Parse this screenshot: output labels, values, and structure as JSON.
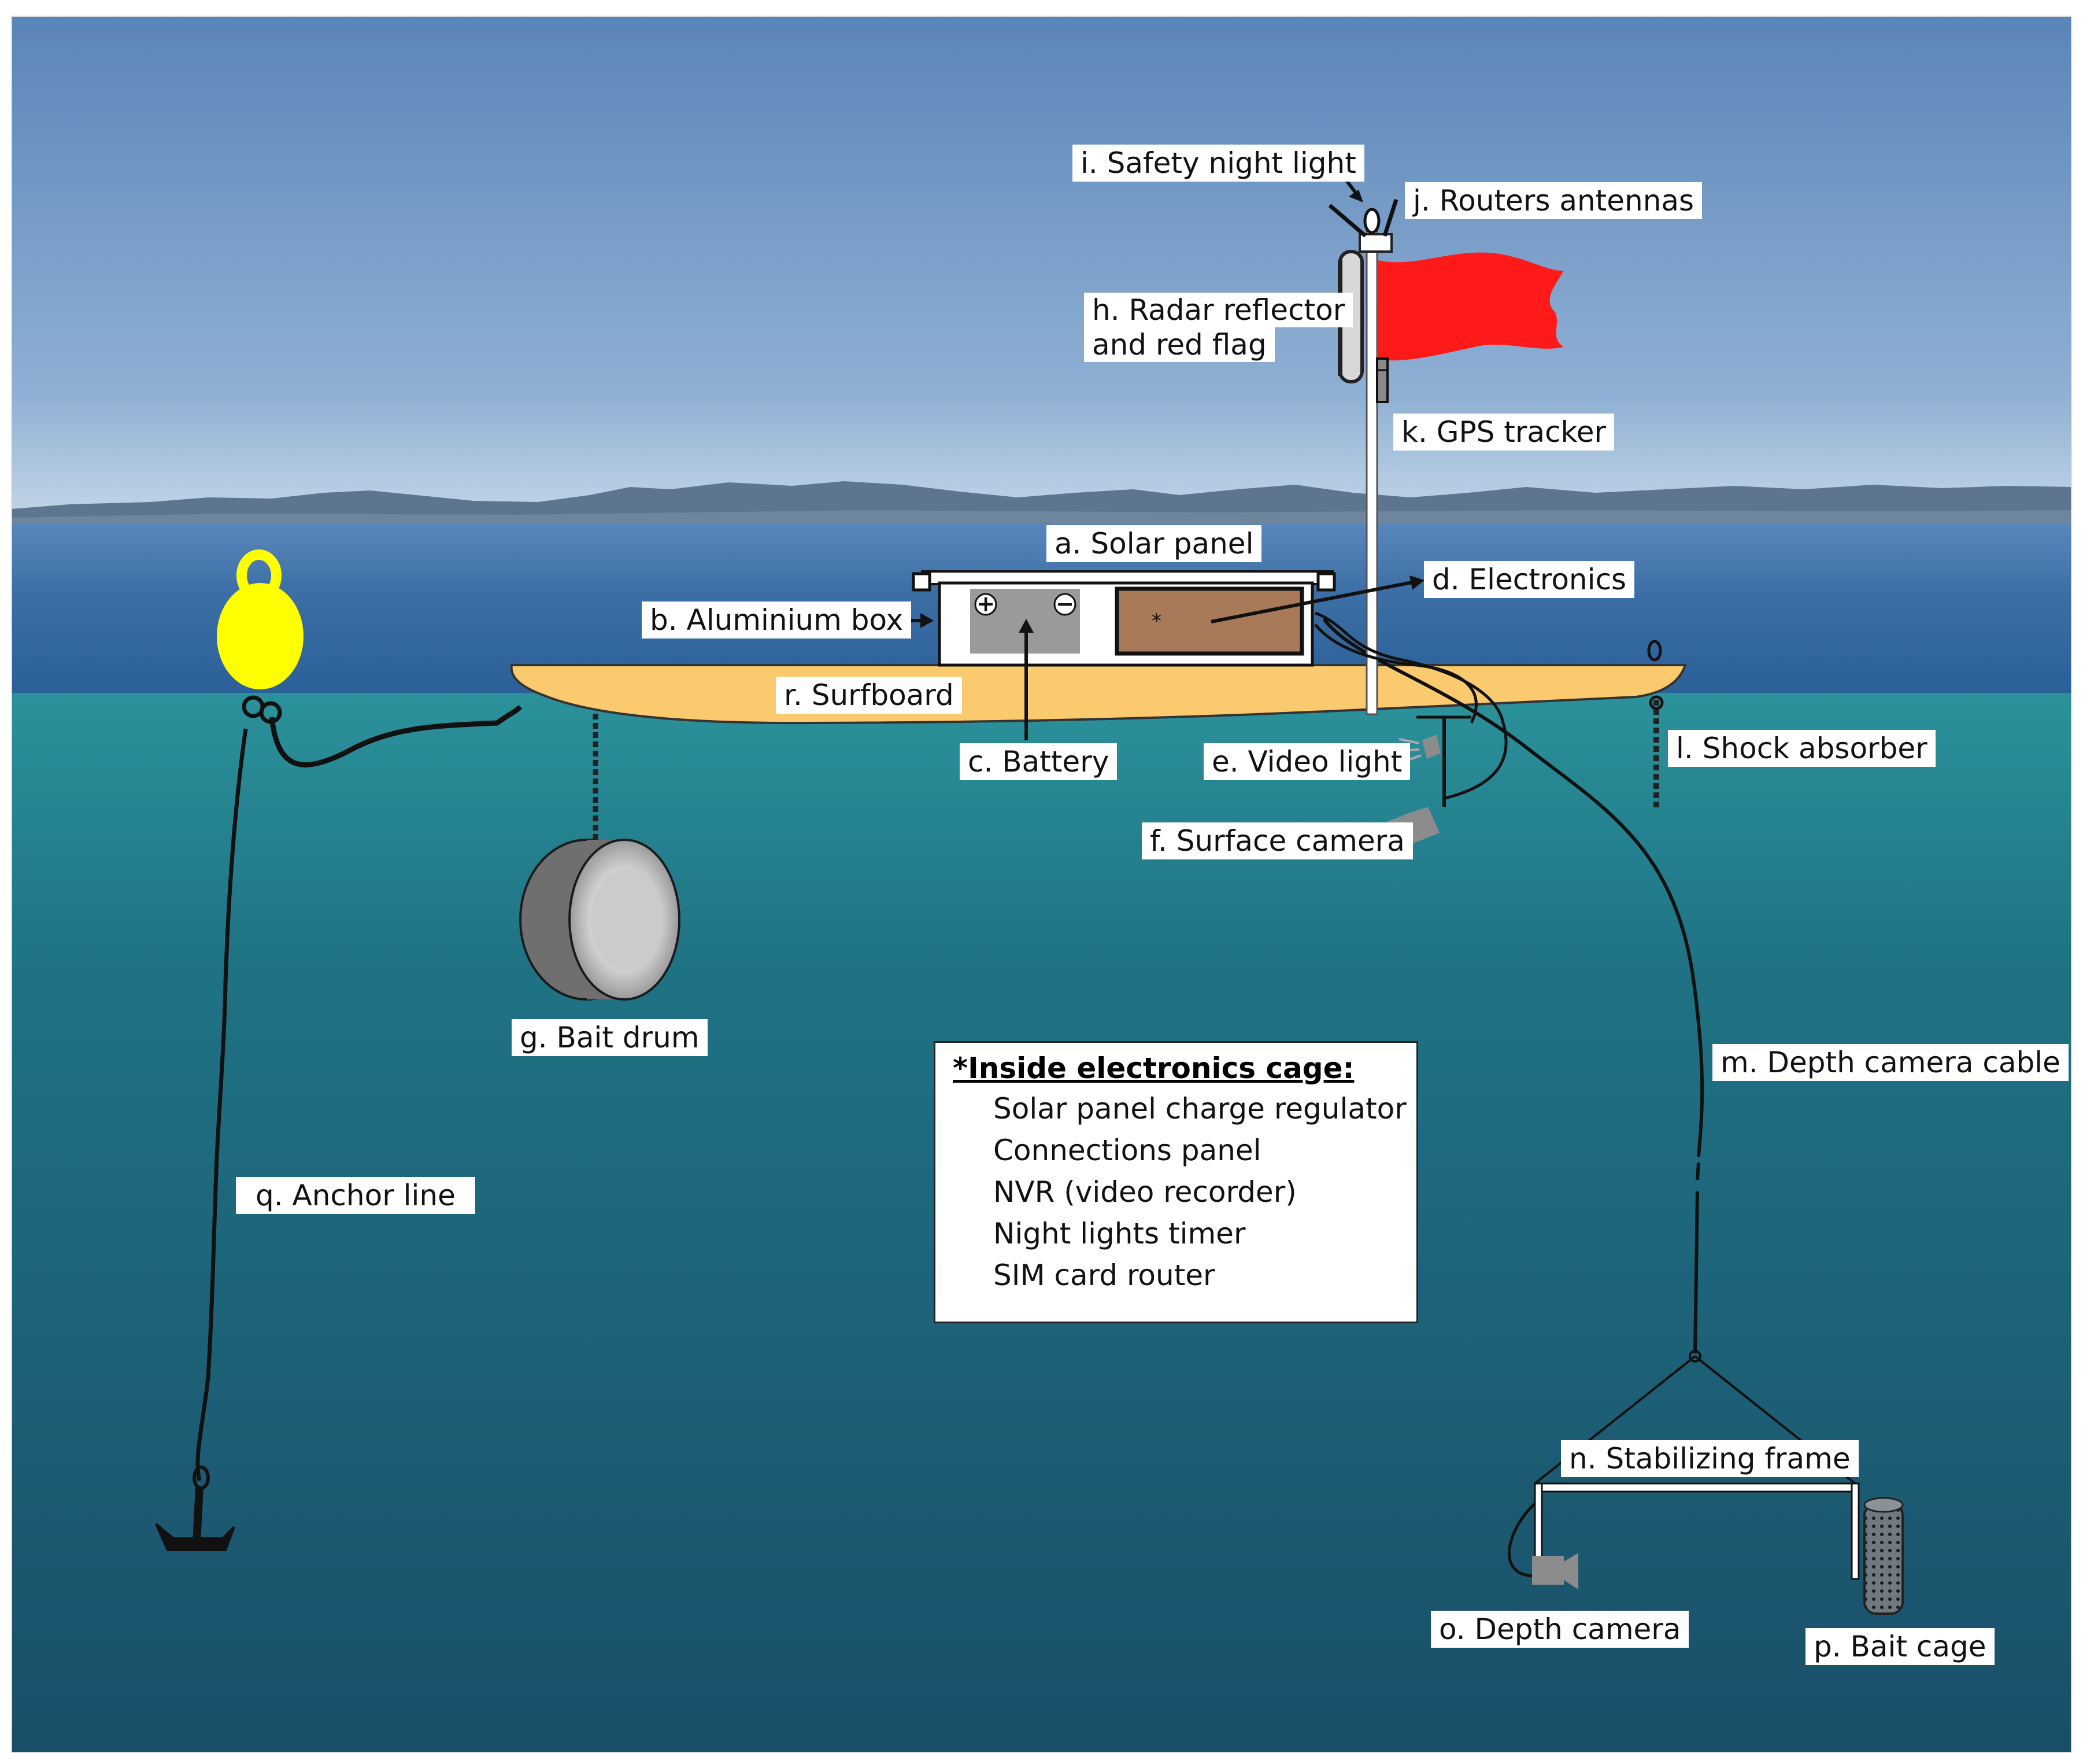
{
  "labels": {
    "a": "a. Solar panel",
    "b": "b. Aluminium box",
    "c": "c. Battery",
    "d": "d. Electronics",
    "e": "e. Video light",
    "f": "f. Surface camera",
    "g": "g. Bait drum",
    "h1": "h. Radar reflector",
    "h2": "and red flag",
    "i": "i. Safety night light",
    "j": "j. Routers antennas",
    "k": "k. GPS tracker",
    "l": "l. Shock absorber",
    "m": "m. Depth camera cable",
    "n": "n. Stabilizing frame",
    "o": "o. Depth camera",
    "p": "p. Bait cage",
    "q": "q. Anchor line",
    "r": "r. Surfboard"
  },
  "legend": {
    "title": "*Inside electronics cage:",
    "items": [
      "Solar panel charge regulator",
      "Connections panel",
      "NVR (video recorder)",
      "Night lights timer",
      "SIM card router"
    ]
  },
  "battery_signs": {
    "plus": "+",
    "minus": "−"
  },
  "cage_marker": "*",
  "colors": {
    "sky_top": "#5b86b8",
    "sky_horizon": "#b9cde3",
    "sea_surface": "#3d6fa5",
    "water_top": "#2a8f99",
    "water_bottom": "#1b4f6a",
    "surfboard": "#fbc96e",
    "flag": "#ff1a1a",
    "buoy": "#ffff00",
    "battery": "#9a9a9a",
    "electronics_cage": "#a87a57"
  }
}
